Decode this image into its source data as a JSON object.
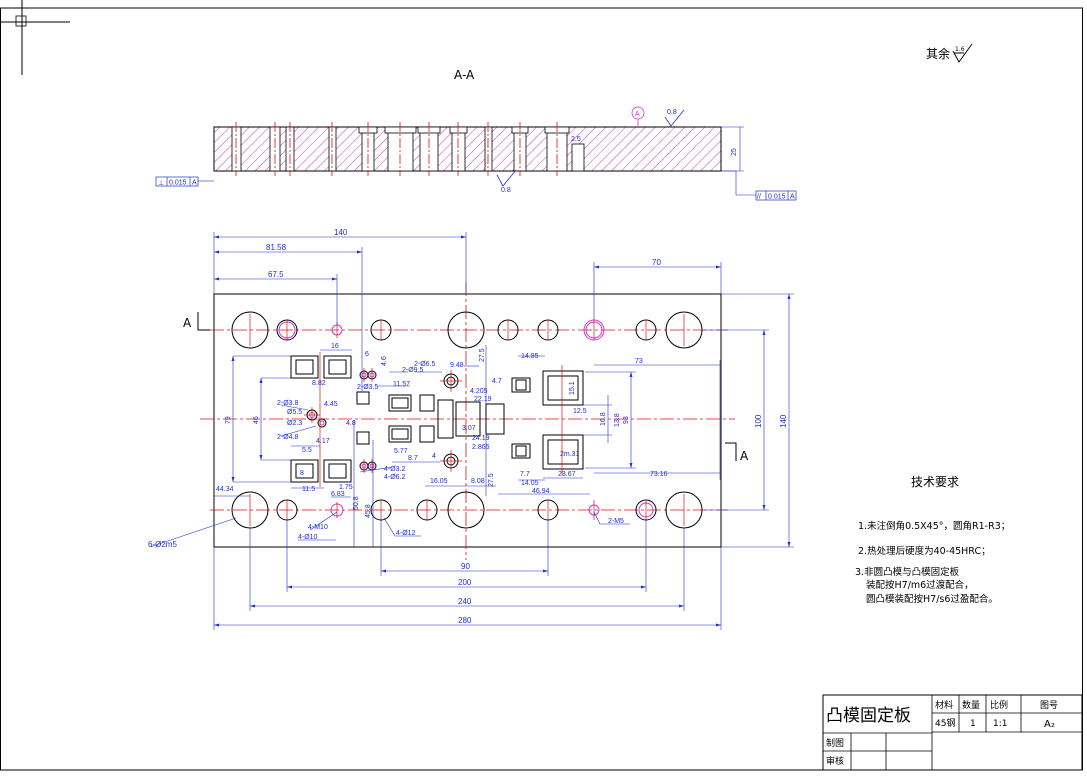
{
  "section": {
    "title": "A-A",
    "marker_left": "A",
    "marker_right": "A"
  },
  "surface_finish": {
    "label": "其余",
    "value": "1.6",
    "top_value": "0.8",
    "bottom_value": "0.8"
  },
  "datum": {
    "label": "A"
  },
  "gdt": {
    "left": {
      "symbol": "⊥",
      "tol": "0.015",
      "ref": "A"
    },
    "right": {
      "symbol": "//",
      "tol": "0.015",
      "ref": "A"
    }
  },
  "section_dims": {
    "thickness": "25",
    "step": "2.5"
  },
  "dims": {
    "top": [
      "140",
      "81.58",
      "67.5",
      "70"
    ],
    "bottom": [
      "90",
      "200",
      "240",
      "280"
    ],
    "right": [
      "140",
      "100",
      "93",
      "73",
      "16.8",
      "12.5",
      "15.1",
      "13.8"
    ],
    "left": [
      "79",
      "46",
      "44.34",
      "45.8",
      "50.8"
    ],
    "detail": [
      "16",
      "6",
      "4.6",
      "8.82",
      "2-Ø3.8",
      "Ø5.5",
      "Ø2.3",
      "4.45",
      "2-Ø4.8",
      "4.17",
      "5.5",
      "11.5",
      "6.83",
      "1.75",
      "2-Ø6.5",
      "2-Ø9.5",
      "9.48",
      "27.5",
      "2-Ø3.5",
      "11.57",
      "4.205",
      "22.19",
      "4.7",
      "14.85",
      "5.77",
      "8.7",
      "4-Ø3.2",
      "4-Ø6.2",
      "16.05",
      "8.08",
      "27.5",
      "3.07",
      "24.19",
      "2.865",
      "14.05",
      "46.94",
      "23.67",
      "2m.31",
      "7.7",
      "73.16",
      "8",
      "4",
      "4.8"
    ]
  },
  "hole_callouts": [
    "6-Ø2m5",
    "4-M10",
    "4-Ø10",
    "4-Ø12",
    "2-M5"
  ],
  "requirements": {
    "title": "技术要求",
    "items": [
      "1.未注倒角0.5X45°，圆角R1-R3；",
      "2.热处理后硬度为40-45HRC；",
      "3.非圆凸模与凸模固定板",
      "装配按H7/m6过渡配合，",
      "圆凸模装配按H7/s6过盈配合。"
    ]
  },
  "title_block": {
    "name": "凸模固定板",
    "headers": [
      "材料",
      "数量",
      "比例",
      "图号"
    ],
    "values": [
      "45钢",
      "1",
      "1:1",
      "A₂"
    ],
    "rows": [
      "制图",
      "审核"
    ]
  },
  "colors": {
    "outline": "#000000",
    "dimension": "#1f2fd0",
    "center": "#e01010",
    "hatch": "#d238c8"
  }
}
